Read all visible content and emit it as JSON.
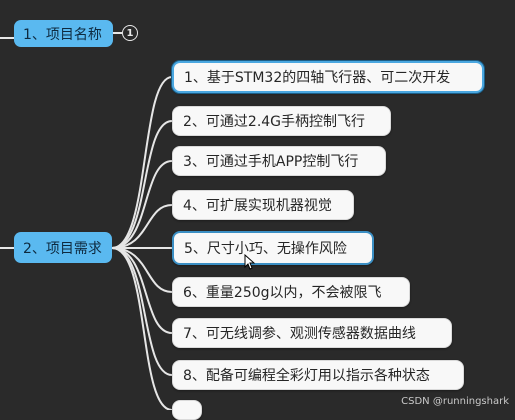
{
  "mindmap": {
    "topics": [
      {
        "label": "1、项目名称",
        "collapsed_count": "1"
      },
      {
        "label": "2、项目需求"
      }
    ],
    "requirements": [
      "1、基于STM32的四轴飞行器、可二次开发",
      "2、可通过2.4G手柄控制飞行",
      "3、可通过手机APP控制飞行",
      "4、可扩展实现机器视觉",
      "5、尺寸小巧、无操作风险",
      "6、重量250g以内，不会被限飞",
      "7、可无线调参、观测传感器数据曲线",
      "8、配备可编程全彩灯用以指示各种状态"
    ]
  },
  "watermark": "CSDN @runningshark",
  "colors": {
    "topic": "#5ab9f0",
    "leaf": "#f8f8f8",
    "connector": "#e6e6e6",
    "background": "#2a2a2a"
  }
}
